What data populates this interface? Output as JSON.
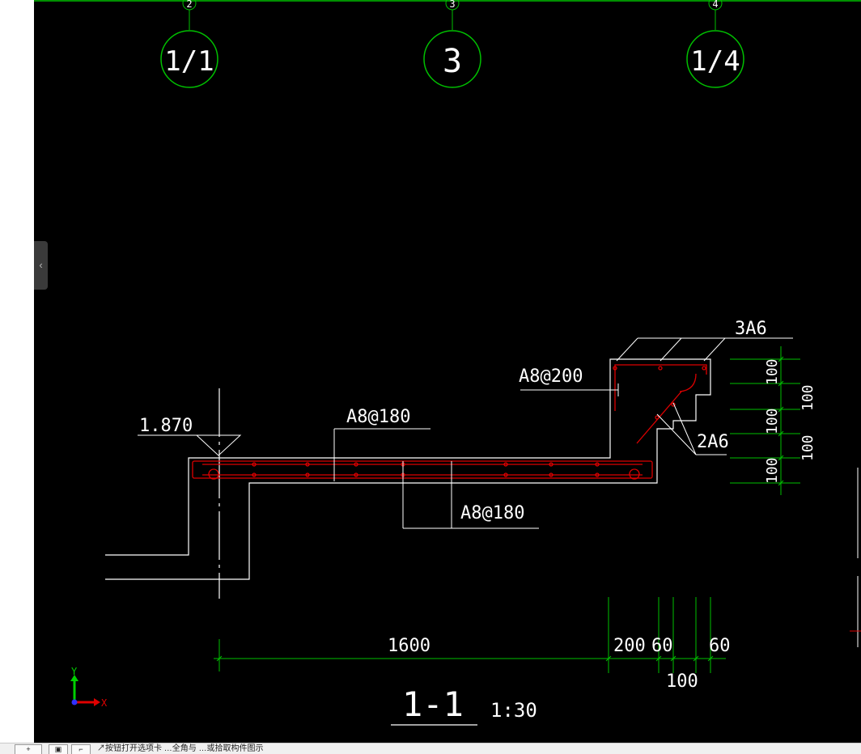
{
  "drawing": {
    "grid_marks": [
      "2",
      "3",
      "4"
    ],
    "axis_labels": [
      "1/1",
      "3",
      "1/4"
    ],
    "elevation": "1.870",
    "rebar_labels": {
      "top_slab": "A8@180",
      "bottom_slab": "A8@180",
      "upstand": "A8@200",
      "top_bars": "3A6",
      "corner_bars": "2A6"
    },
    "dimensions": {
      "right_vertical": [
        "100",
        "100",
        "100"
      ],
      "right_vertical_outer": [
        "100",
        "100"
      ],
      "bottom": [
        "1600",
        "200",
        "60",
        "60"
      ],
      "bottom_lower": "100"
    },
    "section_title": "1-1",
    "section_scale": "1:30",
    "ucs": {
      "y": "Y",
      "x": "X"
    }
  },
  "ui": {
    "collapse_glyph": "‹",
    "bottom_buttons": [
      "+",
      "▣",
      "⌐"
    ],
    "status_text": "↗按钮打开选项卡 …全角与 …或拾取构件图示"
  },
  "colors": {
    "canvas": "#000000",
    "grid_green": "#00c000",
    "rebar_red": "#dd0000",
    "outline_white": "#ffffff"
  }
}
